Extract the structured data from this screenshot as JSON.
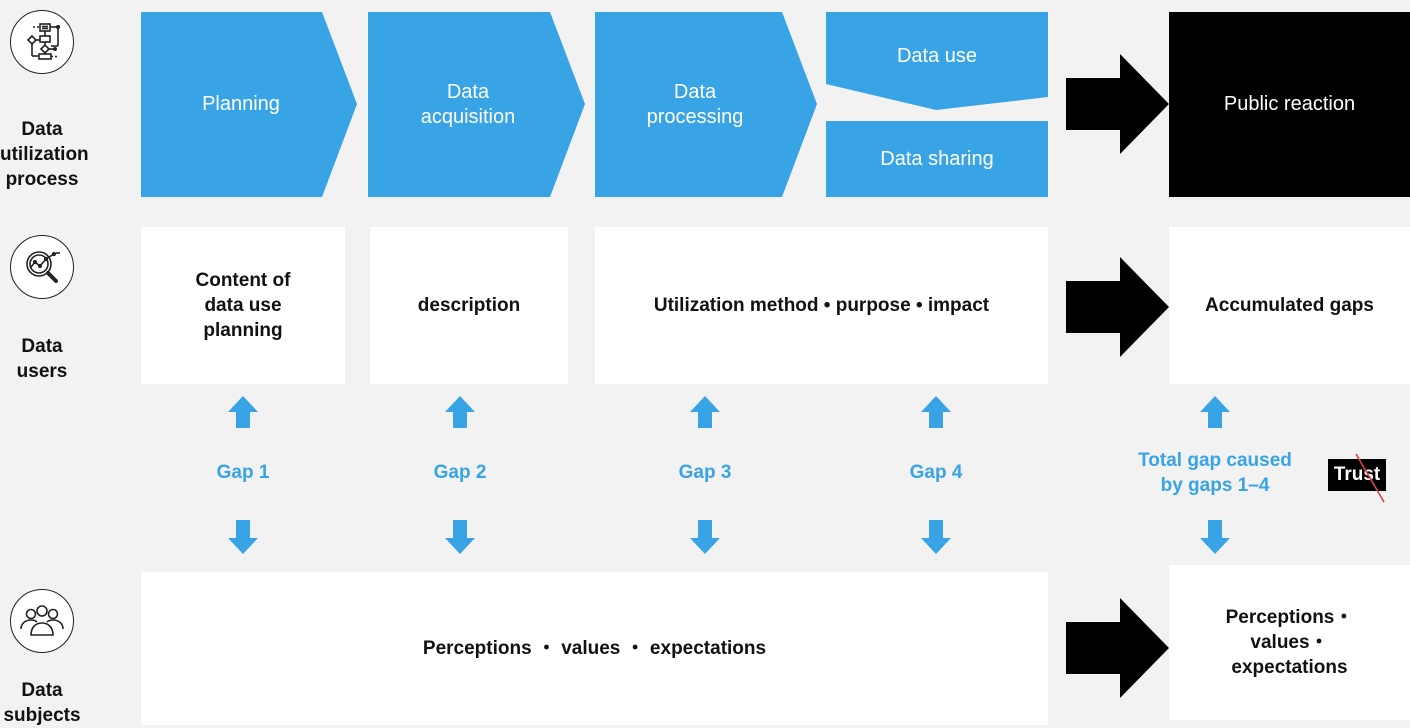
{
  "rows": {
    "process": "Data\nutilization\nprocess",
    "users": "Data\nusers",
    "subjects": "Data\nsubjects"
  },
  "stages": {
    "planning": "Planning",
    "acquisition": "Data\nacquisition",
    "processing": "Data\nprocessing",
    "use": "Data use",
    "sharing": "Data sharing",
    "public": "Public reaction"
  },
  "users": {
    "planning": "Content of\ndata use\nplanning",
    "description": "description",
    "utilization": "Utilization method • purpose • impact",
    "accumulated": "Accumulated gaps"
  },
  "gaps": {
    "g1": "Gap 1",
    "g2": "Gap 2",
    "g3": "Gap 3",
    "g4": "Gap 4",
    "total": "Total gap caused\nby gaps 1–4"
  },
  "trust": "Trust",
  "subjects": {
    "main": "Perceptions ・ values ・ expectations",
    "right": "Perceptions・\nvalues・\nexpectations"
  },
  "colors": {
    "blue": "#38a4e6",
    "black": "#000000",
    "red": "#e04040"
  },
  "icons": [
    "flowchart-icon",
    "magnifier-chart-icon",
    "people-group-icon"
  ]
}
